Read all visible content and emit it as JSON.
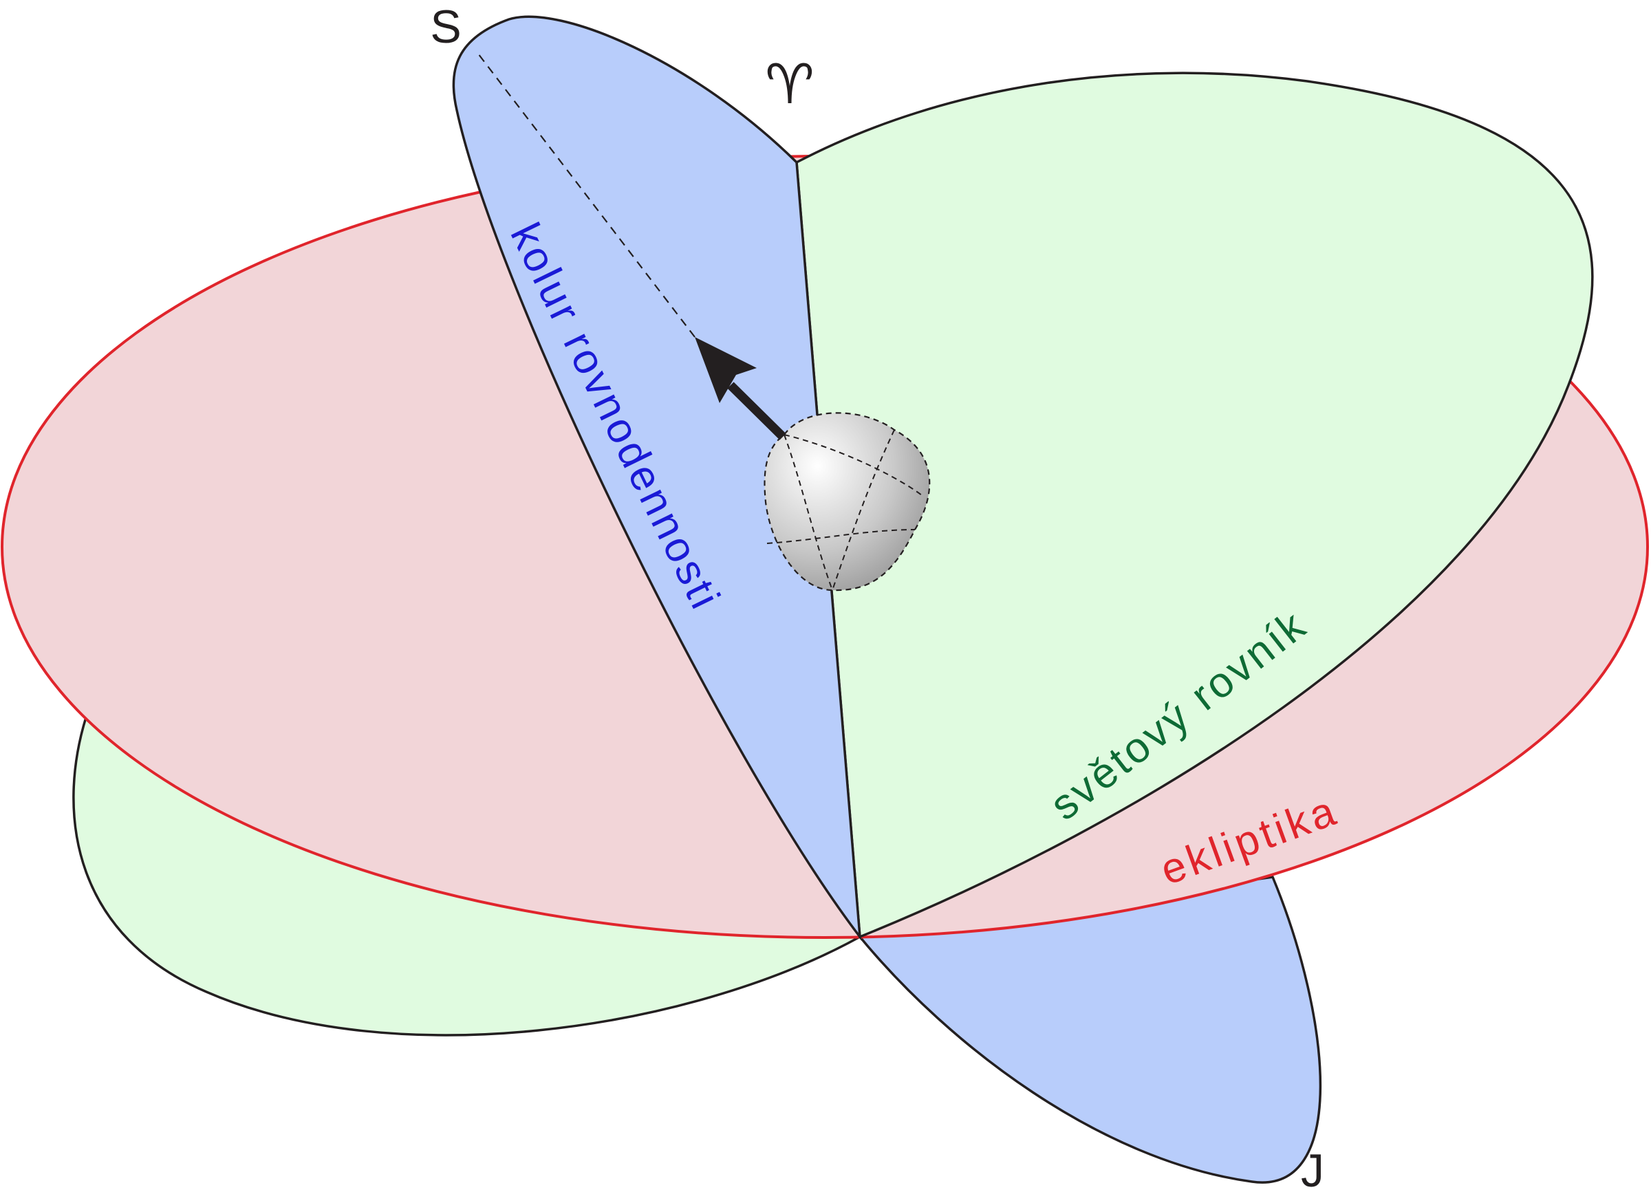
{
  "labels": {
    "north_pole": "S",
    "south_pole": "J",
    "vernal_equinox": "♈",
    "colure": "kolur rovnodennosti",
    "equator": "světový rovník",
    "ecliptic": "ekliptika"
  },
  "colors": {
    "ecliptic_fill": "#f2d5d8",
    "ecliptic_stroke": "#e0252c",
    "equator_fill": "#e0fbe0",
    "colure_fill": "#b8cdfb",
    "outline": "#231f20",
    "colure_text": "#1a1ad6",
    "equator_text": "#0e6b35",
    "ecliptic_text": "#e0252c",
    "arrow": "#231f20",
    "earth_light": "#ffffff",
    "earth_dark": "#8f8f8f"
  },
  "icons": {
    "earth": "earth-globe-icon",
    "axis_arrow": "precession-arrow-icon"
  }
}
